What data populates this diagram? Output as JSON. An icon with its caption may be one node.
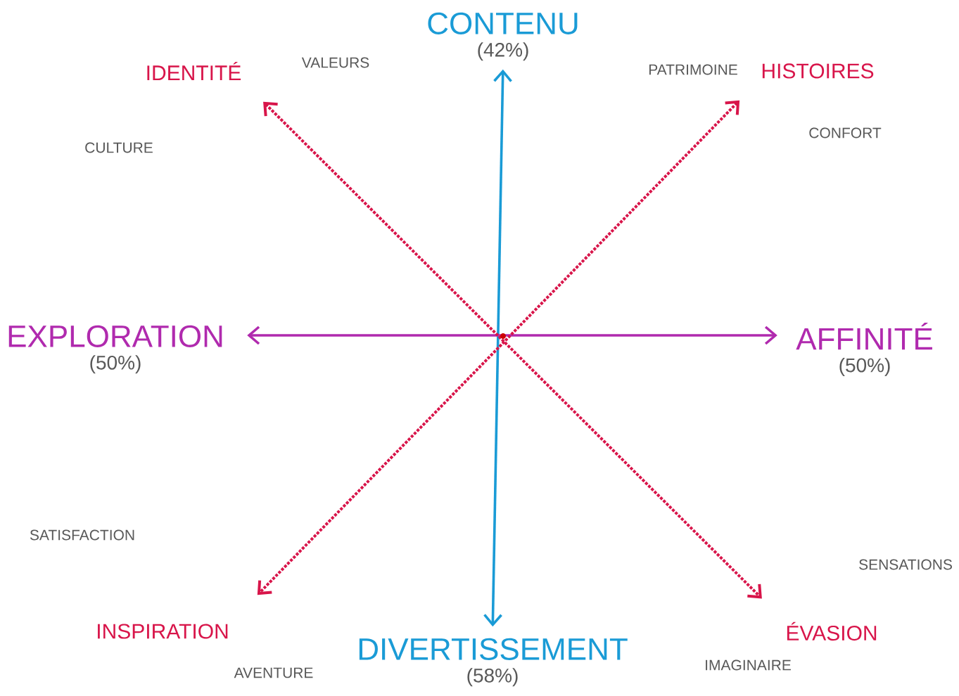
{
  "diagram": {
    "nodes": [
      {
        "text": [
          "CONTENU",
          "(42%)"
        ]
      },
      {
        "text": [
          "IDENTITÉ"
        ]
      },
      {
        "text": [
          "HISTOIRES"
        ]
      },
      {
        "text": [
          "EXPLORATION",
          "(50%)"
        ]
      },
      {
        "text": [
          "AFFINITÉ",
          "(50%)"
        ]
      },
      {
        "text": [
          "INSPIRATION"
        ]
      },
      {
        "text": [
          "DIVERTISSEMENT",
          "(58%)"
        ]
      },
      {
        "text": [
          "ÉVASION"
        ]
      }
    ],
    "edges": [
      {
        "from": 0,
        "to": 6,
        "arrow": "both",
        "color": "#1a9bd6"
      },
      {
        "from": 3,
        "to": 4,
        "arrow": "both",
        "color": "#b02aae"
      },
      {
        "from": 1,
        "to": 7,
        "arrow": "both",
        "style": "dashed",
        "color": "#d8154a"
      },
      {
        "from": 2,
        "to": 5,
        "arrow": "both",
        "style": "dashed",
        "color": "#d8154a"
      }
    ],
    "labels": [
      "VALEURS",
      "PATRIMOINE",
      "CULTURE",
      "CONFORT",
      "SATISFACTION",
      "SENSATIONS",
      "AVENTURE",
      "IMAGINAIRE"
    ]
  }
}
